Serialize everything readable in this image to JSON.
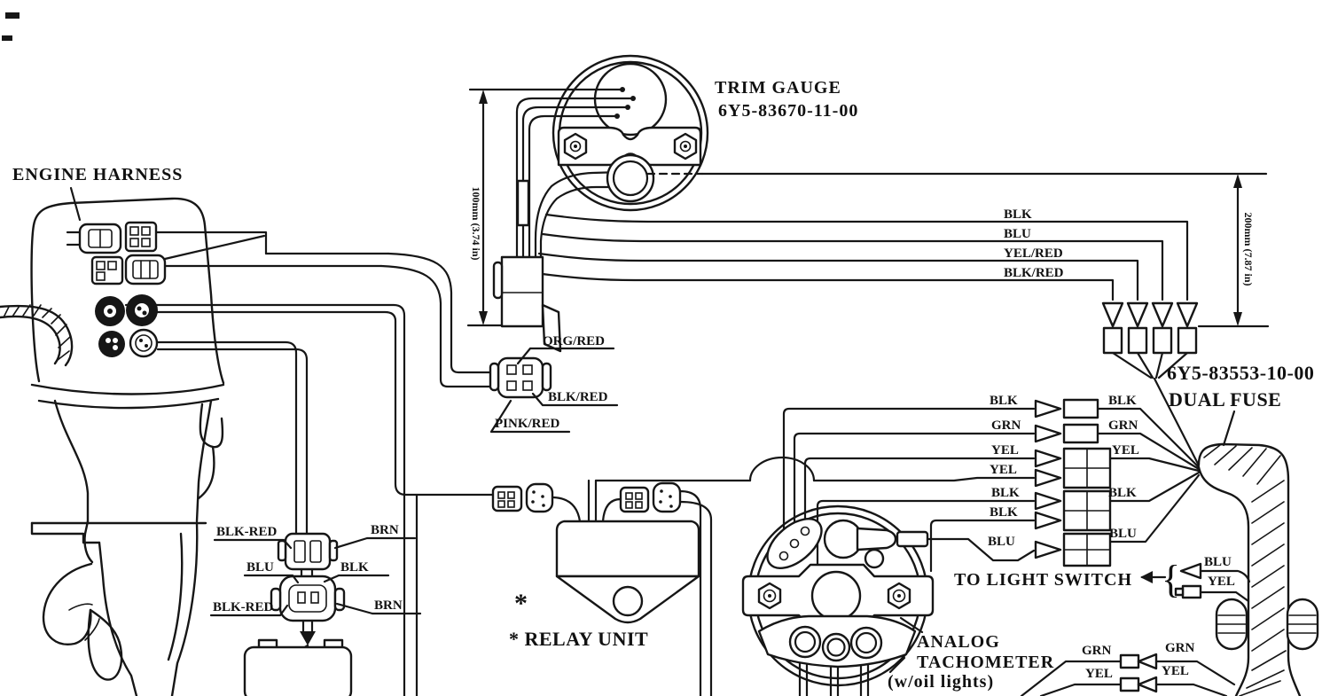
{
  "labels": {
    "engine_harness": "ENGINE HARNESS",
    "trim_gauge": {
      "name": "TRIM GAUGE",
      "part": "6Y5-83670-11-00"
    },
    "dual_fuse": {
      "part": "6Y5-83553-10-00",
      "name": "DUAL FUSE"
    },
    "to_light_switch": "TO LIGHT SWITCH",
    "light_switch_brace": "{",
    "relay": {
      "asterisk": "*",
      "label": "* RELAY UNIT"
    },
    "tachometer": {
      "line1": "ANALOG",
      "line2": "TACHOMETER",
      "line3": "(w/oil lights)"
    },
    "dimensions": {
      "left": "100mm (3.74 in)",
      "right": "200mm (7.87 in)"
    }
  },
  "wires": {
    "trim_gauge_leads": [
      "BLK",
      "BLU",
      "YEL/RED",
      "BLK/RED"
    ],
    "trim_connector": [
      "ORG/RED",
      "BLK/RED",
      "PINK/RED"
    ],
    "fuse_left": [
      "BLK",
      "GRN",
      "YEL",
      "YEL",
      "BLK",
      "BLK",
      "BLU"
    ],
    "fuse_right": [
      "BLK",
      "GRN",
      "YEL",
      "BLK",
      "BLU"
    ],
    "light_switch": [
      "BLU",
      "YEL"
    ],
    "sender_connectors": [
      "BLK-RED",
      "BRN",
      "BLU",
      "BLK",
      "BLK-RED",
      "BRN"
    ],
    "bottom_right": [
      "GRN",
      "GRN",
      "YEL",
      "YEL"
    ]
  },
  "colors": {
    "ink": "#161616",
    "paper": "#ffffff"
  }
}
